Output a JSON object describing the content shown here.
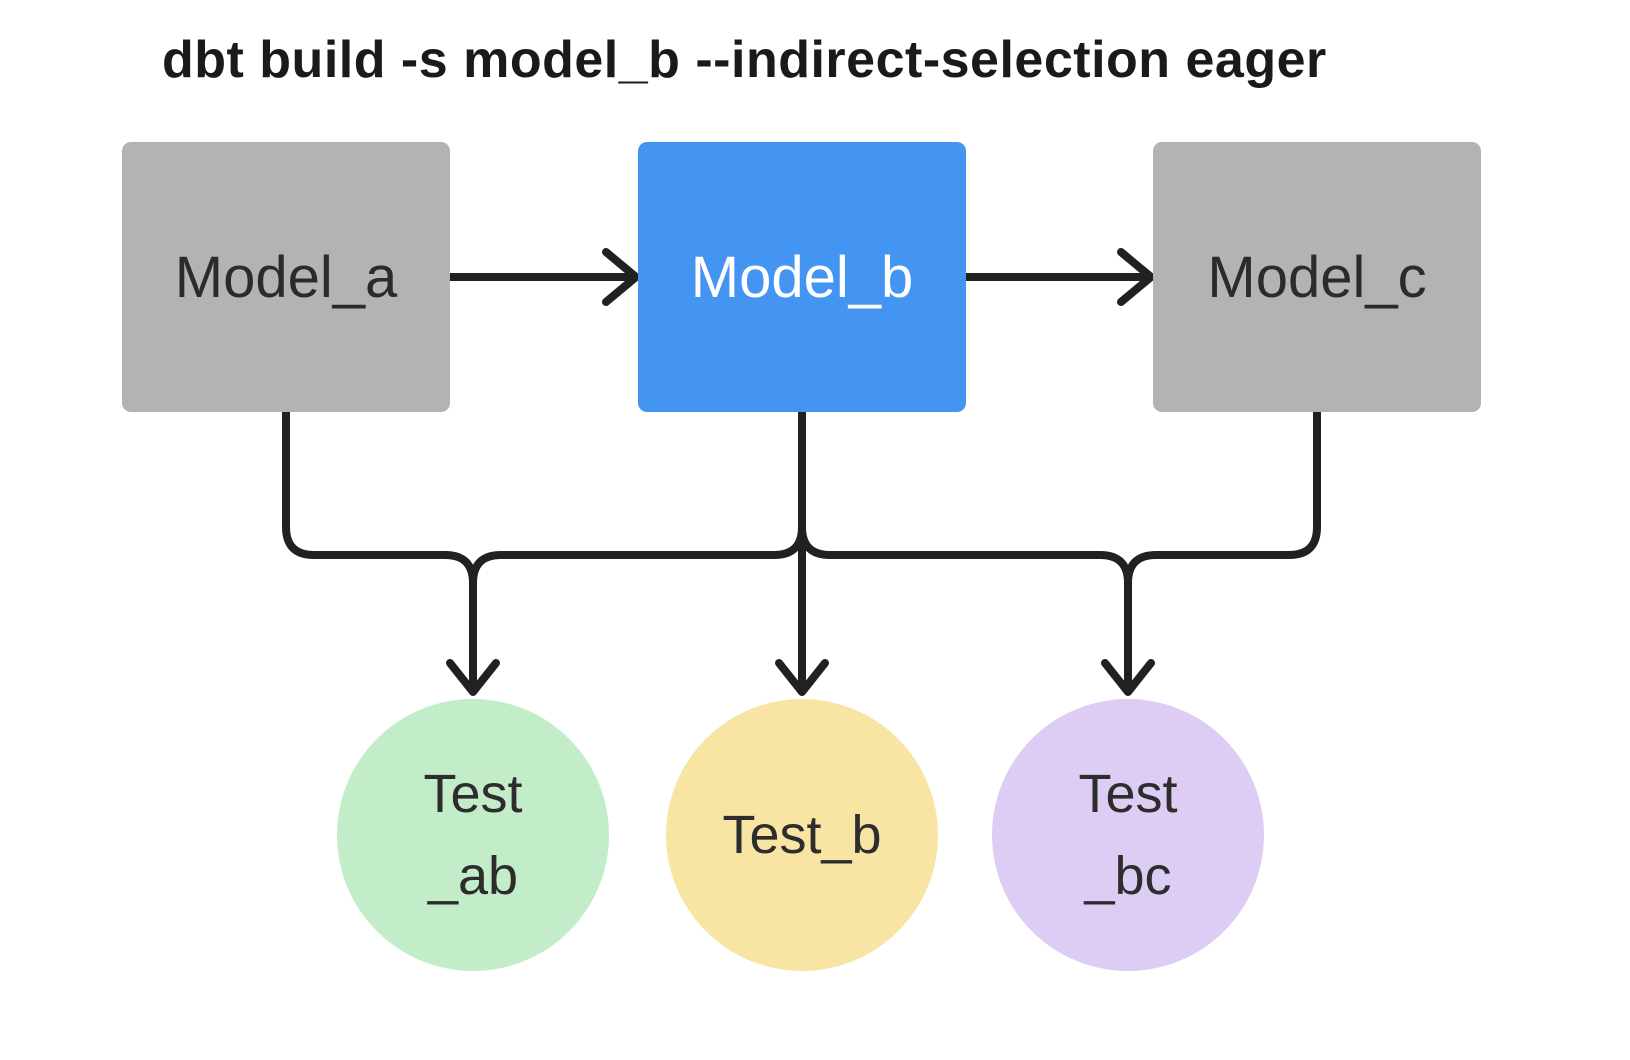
{
  "title": "dbt build -s model_b --indirect-selection eager",
  "diagram": {
    "line_color": "#212121",
    "background_color": "#ffffff",
    "nodes": {
      "model_a": {
        "label": "Model_a",
        "type": "model",
        "fill": "#b3b3b3",
        "text_color": "#2b2b2b"
      },
      "model_b": {
        "label": "Model_b",
        "type": "model",
        "selected": true,
        "fill": "#4495f2",
        "text_color": "#ffffff"
      },
      "model_c": {
        "label": "Model_c",
        "type": "model",
        "fill": "#b3b3b3",
        "text_color": "#2b2b2b"
      },
      "test_ab": {
        "lines": [
          "Test",
          "_ab"
        ],
        "type": "test",
        "fill": "#c3ecc9",
        "text_color": "#2d2d2d"
      },
      "test_b": {
        "lines": [
          "Test_b"
        ],
        "type": "test",
        "fill": "#f8e5a4",
        "text_color": "#2d2d2d"
      },
      "test_bc": {
        "lines": [
          "Test",
          "_bc"
        ],
        "type": "test",
        "fill": "#ddccf4",
        "text_color": "#2d2d2d"
      }
    },
    "edges": [
      {
        "from": "model_a",
        "to": "model_b"
      },
      {
        "from": "model_b",
        "to": "model_c"
      },
      {
        "from": "model_a",
        "to": "test_ab"
      },
      {
        "from": "model_b",
        "to": "test_ab"
      },
      {
        "from": "model_b",
        "to": "test_b"
      },
      {
        "from": "model_b",
        "to": "test_bc"
      },
      {
        "from": "model_c",
        "to": "test_bc"
      }
    ]
  }
}
